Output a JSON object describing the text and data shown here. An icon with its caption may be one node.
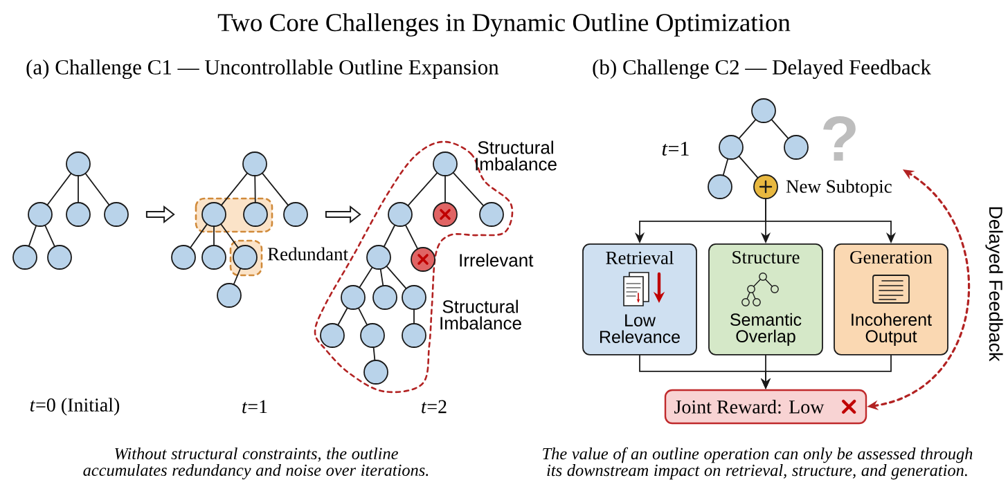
{
  "diagram": {
    "title": "Two Core Challenges in Dynamic Outline Optimization",
    "nodes": [
      {
        "text": [],
        "shape": "circle"
      },
      {
        "text": [],
        "shape": "circle"
      },
      {
        "text": [],
        "shape": "circle"
      },
      {
        "text": [],
        "shape": "circle"
      },
      {
        "text": [],
        "shape": "circle"
      },
      {
        "text": [],
        "shape": "circle"
      },
      {
        "text": [],
        "shape": "circle"
      },
      {
        "text": [],
        "shape": "circle"
      },
      {
        "text": [],
        "shape": "circle"
      },
      {
        "text": [],
        "shape": "circle"
      },
      {
        "text": [],
        "shape": "circle"
      },
      {
        "text": [],
        "shape": "circle"
      },
      {
        "text": [],
        "shape": "circle"
      },
      {
        "text": [],
        "shape": "circle"
      },
      {
        "text": [],
        "shape": "circle"
      },
      {
        "text": [],
        "shape": "circle"
      },
      {
        "text": [],
        "shape": "circle"
      },
      {
        "text": [],
        "shape": "circle"
      },
      {
        "text": [],
        "shape": "circle"
      },
      {
        "text": [],
        "shape": "circle"
      },
      {
        "text": [],
        "shape": "circle"
      },
      {
        "text": [],
        "shape": "circle"
      },
      {
        "text": [],
        "shape": "circle"
      },
      {
        "text": [],
        "shape": "circle"
      },
      {
        "text": [],
        "shape": "circle"
      },
      {
        "text": [],
        "shape": "circle"
      },
      {
        "text": [],
        "shape": "circle"
      },
      {
        "text": [],
        "shape": "circle"
      },
      {
        "text": [],
        "shape": "circle"
      },
      {
        "text": [],
        "shape": "circle"
      },
      {
        "text": [],
        "shape": "circle"
      },
      {
        "text": [],
        "shape": "circle",
        "beside": [
          "New Subtopic"
        ]
      },
      {
        "text": [
          "Retrieval",
          "Low Relevance"
        ]
      },
      {
        "text": [
          "Structure",
          "Semantic Overlap"
        ]
      },
      {
        "text": [
          "Generation",
          "Incoherent Output"
        ]
      },
      {
        "text": [
          "Joint Reward: Low"
        ]
      }
    ],
    "edges": [
      {
        "from": 0,
        "to": 1,
        "arrow": "none"
      },
      {
        "from": 0,
        "to": 2,
        "arrow": "none"
      },
      {
        "from": 0,
        "to": 3,
        "arrow": "none"
      },
      {
        "from": 1,
        "to": 4,
        "arrow": "none"
      },
      {
        "from": 1,
        "to": 5,
        "arrow": "none"
      },
      {
        "from": 3,
        "to": 7,
        "arrow": "to"
      },
      {
        "from": 6,
        "to": 7,
        "arrow": "none"
      },
      {
        "from": 6,
        "to": 8,
        "arrow": "none"
      },
      {
        "from": 6,
        "to": 9,
        "arrow": "none"
      },
      {
        "from": 7,
        "to": 10,
        "arrow": "none"
      },
      {
        "from": 7,
        "to": 11,
        "arrow": "none"
      },
      {
        "from": 7,
        "to": 12,
        "arrow": "none"
      },
      {
        "from": 12,
        "to": 13,
        "arrow": "none"
      },
      {
        "from": 9,
        "to": 15,
        "arrow": "to"
      },
      {
        "from": 14,
        "to": 15,
        "arrow": "none"
      },
      {
        "from": 14,
        "to": 16,
        "arrow": "none"
      },
      {
        "from": 14,
        "to": 17,
        "arrow": "none"
      },
      {
        "from": 15,
        "to": 18,
        "arrow": "none"
      },
      {
        "from": 15,
        "to": 19,
        "arrow": "none"
      },
      {
        "from": 18,
        "to": 20,
        "arrow": "none"
      },
      {
        "from": 18,
        "to": 21,
        "arrow": "none"
      },
      {
        "from": 18,
        "to": 22,
        "arrow": "none"
      },
      {
        "from": 20,
        "to": 23,
        "arrow": "none"
      },
      {
        "from": 20,
        "to": 24,
        "arrow": "none"
      },
      {
        "from": 22,
        "to": 25,
        "arrow": "none"
      },
      {
        "from": 24,
        "to": 26,
        "arrow": "none"
      },
      {
        "from": 27,
        "to": 28,
        "arrow": "none"
      },
      {
        "from": 27,
        "to": 29,
        "arrow": "none"
      },
      {
        "from": 28,
        "to": 30,
        "arrow": "none"
      },
      {
        "from": 28,
        "to": 31,
        "arrow": "none"
      },
      {
        "from": 31,
        "to": 32,
        "arrow": "to"
      },
      {
        "from": 31,
        "to": 33,
        "arrow": "to"
      },
      {
        "from": 31,
        "to": 34,
        "arrow": "to"
      },
      {
        "from": 32,
        "to": 35,
        "arrow": "to"
      },
      {
        "from": 33,
        "to": 35,
        "arrow": "to"
      },
      {
        "from": 34,
        "to": 35,
        "arrow": "to"
      },
      {
        "from": 35,
        "to": 31,
        "arrow": "both",
        "label": "Delayed Feedback",
        "style": "dashed",
        "color": "#b22222"
      }
    ],
    "labels": [
      "(a) Challenge C1 — Uncontrollable Outline Expansion",
      "(b) Challenge C2 — Delayed Feedback",
      "Structural Imbalance",
      "*t*=1",
      "?",
      "Redundant",
      "Irrelevant",
      "Structural Imbalance",
      "*t*=0 (Initial)",
      "*t*=1",
      "*t*=2",
      "Without structural constraints, the outline accumulates redundancy and noise over iterations.",
      "The value of an outline operation can only be assessed through its downstream impact on retrieval, structure, and generation."
    ]
  }
}
